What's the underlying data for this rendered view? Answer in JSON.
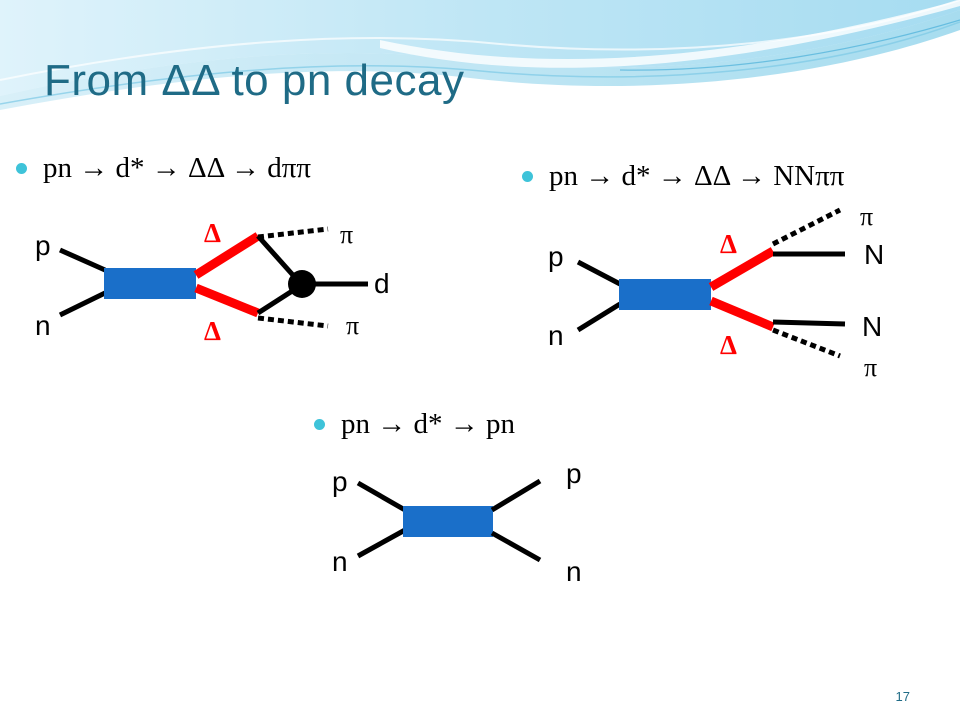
{
  "slide": {
    "title": "From ΔΔ to pn decay",
    "page_number": "17",
    "colors": {
      "title": "#1f6b86",
      "bullet": "#3ec3d9",
      "box": "#1a6fc9",
      "delta_line": "#ff0000",
      "line": "#000000"
    }
  },
  "diagram1": {
    "caption": "pn → d* → ΔΔ → dππ",
    "p": "p",
    "n": "n",
    "delta_top": "Δ",
    "delta_bottom": "Δ",
    "pi_top": "π",
    "pi_bottom": "π",
    "d": "d"
  },
  "diagram2": {
    "caption": "pn → d* → ΔΔ → NNππ",
    "p": "p",
    "n": "n",
    "delta_top": "Δ",
    "delta_bottom": "Δ",
    "pi_top": "π",
    "pi_bottom": "π",
    "N_top": "N",
    "N_bottom": "N"
  },
  "diagram3": {
    "caption": "pn → d* → pn",
    "p_in": "p",
    "n_in": "n",
    "p_out": "p",
    "n_out": "n"
  }
}
